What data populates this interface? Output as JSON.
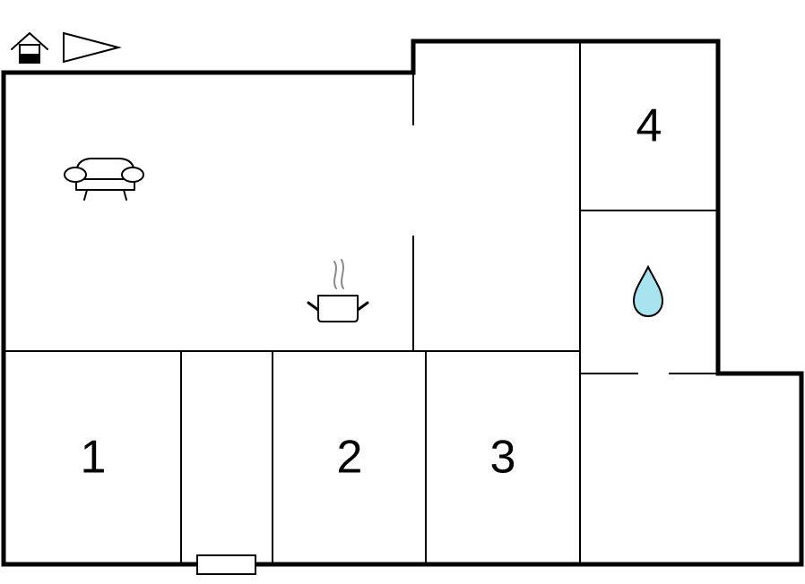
{
  "plan": {
    "rooms": [
      {
        "id": "bedroom-1",
        "label": "1"
      },
      {
        "id": "bedroom-2",
        "label": "2"
      },
      {
        "id": "bedroom-3",
        "label": "3"
      },
      {
        "id": "bedroom-4",
        "label": "4"
      }
    ],
    "icons": {
      "entrance": "house-entrance-icon",
      "north": "north-arrow-icon",
      "living": "sofa-icon",
      "kitchen": "cooking-pot-icon",
      "bathroom": "water-drop-icon",
      "terrace": "terrace-window-icon"
    },
    "colors": {
      "walls": "#000000",
      "water_drop": "#a8e4ef",
      "steam": "#8a8a8a",
      "background": "#ffffff"
    }
  }
}
